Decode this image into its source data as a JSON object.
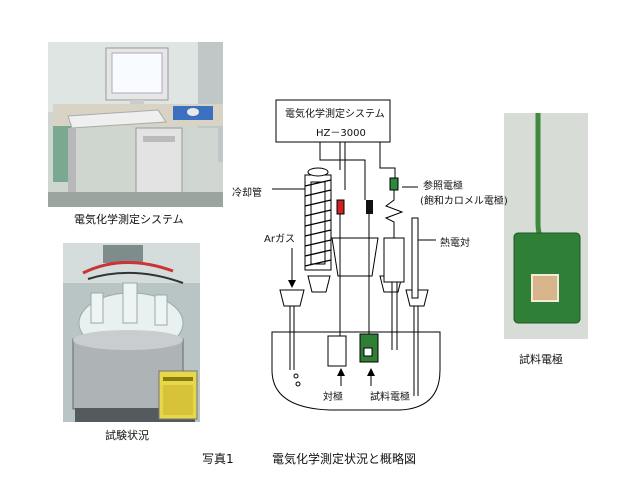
{
  "photos": {
    "system_caption": "電気化学測定システム",
    "test_caption": "試験状況",
    "electrode_caption": "試料電極"
  },
  "diagram": {
    "system_box_line1": "電気化学測定システム",
    "system_box_line2": "HZ－3000",
    "cooling_tube": "冷却管",
    "ar_gas": "Arガス",
    "reference_electrode": "参照電極",
    "reference_electrode_sub": "(飽和カロメル電極)",
    "thermocouple": "熱電対",
    "counter_electrode": "対極",
    "sample_electrode": "試料電極"
  },
  "figure_caption": {
    "number": "写真1",
    "title": "電気化学測定状況と概略図"
  }
}
